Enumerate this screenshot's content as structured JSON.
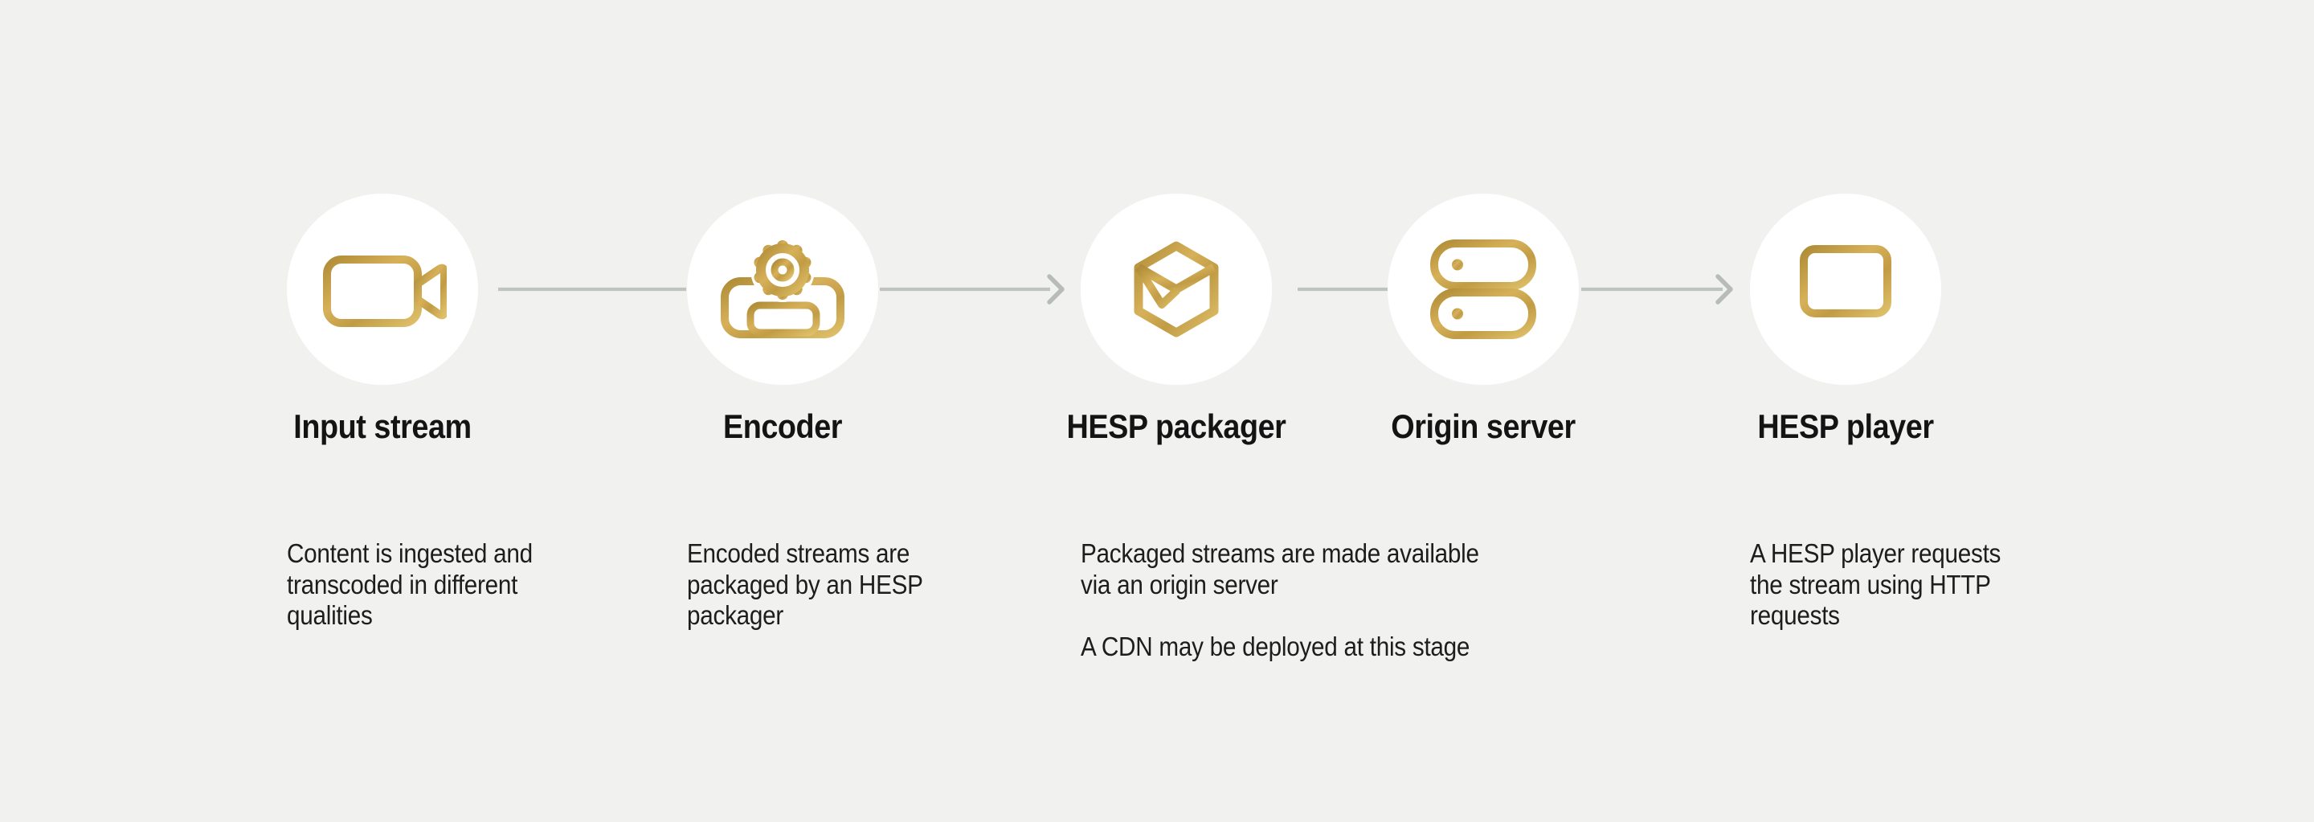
{
  "diagram": {
    "name": "HESP streaming pipeline",
    "background_color": "#f1f2f0",
    "colors": {
      "gold_dark": "#b18c38",
      "gold_mid": "#c9a74d",
      "gold_light": "#dfc06a",
      "circle_fill": "#ffffff",
      "connector_line": "#c0c4c1",
      "arrowhead": "#b7bcb8",
      "label_text": "#141414",
      "description_text": "#1d1d1d"
    },
    "nodes": [
      {
        "label": "Input stream",
        "icon": "video-camera-icon",
        "description": "Content is ingested and\ntranscoded in different\nqualities"
      },
      {
        "label": "Encoder",
        "icon": "encoder-icon",
        "description": "Encoded streams are\npackaged by an HESP\npackager"
      },
      {
        "label": "HESP packager",
        "icon": "package-cube-icon",
        "description": "Packaged streams are made available\nvia an origin server\n\nA CDN may be deployed at this stage"
      },
      {
        "label": "Origin server",
        "icon": "server-stack-icon",
        "description": ""
      },
      {
        "label": "HESP player",
        "icon": "laptop-icon",
        "description": "A HESP player requests\nthe stream using HTTP\nrequests"
      }
    ],
    "connectors": [
      {
        "from": "Input stream",
        "to": "Encoder",
        "arrowhead": false
      },
      {
        "from": "Encoder",
        "to": "HESP packager",
        "arrowhead": true
      },
      {
        "from": "HESP packager",
        "to": "Origin server",
        "arrowhead": false
      },
      {
        "from": "Origin server",
        "to": "HESP player",
        "arrowhead": true
      }
    ]
  }
}
